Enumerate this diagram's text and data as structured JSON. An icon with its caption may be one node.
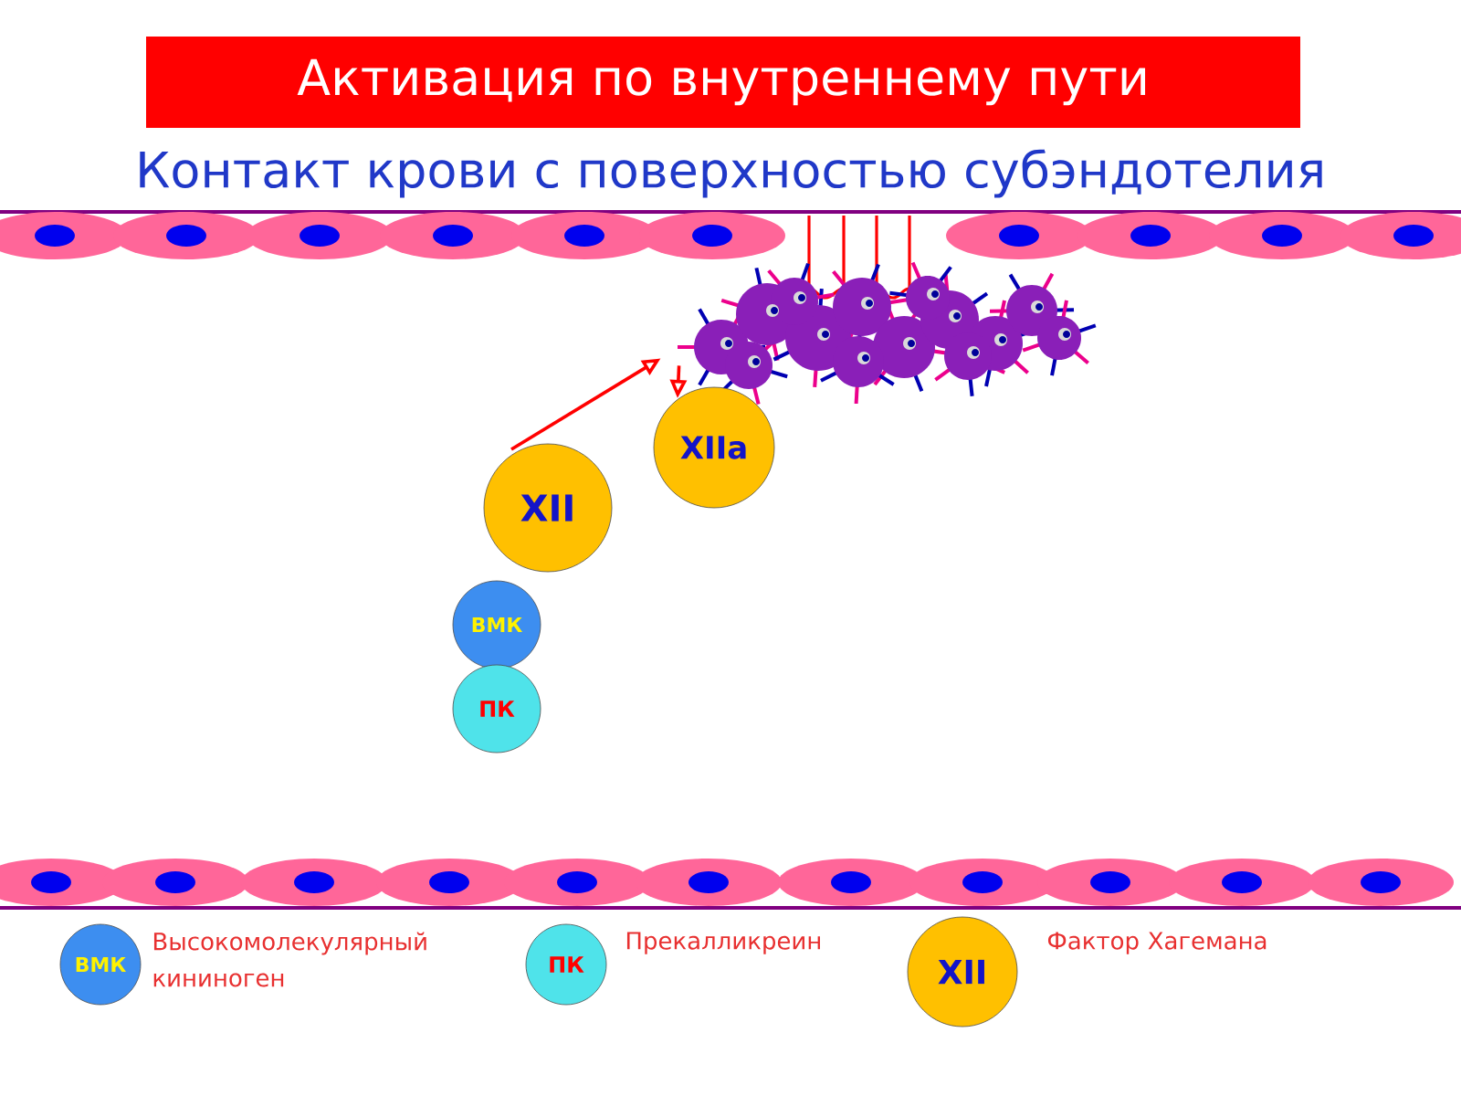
{
  "diagram": {
    "title": "Активация по внутреннему пути",
    "nodes": [
      {
        "text": [],
        "shape": "picture"
      },
      {
        "text": [
          "XII"
        ]
      },
      {
        "text": [
          "XIIa"
        ]
      },
      {
        "text": [
          "ВМК"
        ]
      },
      {
        "text": [
          "ПК"
        ]
      },
      {
        "text": [
          "ВМК"
        ],
        "beside": [
          "Высокомолекулярный кининоген"
        ]
      },
      {
        "text": [
          "ПК"
        ],
        "beside": [
          "Прекалликреин"
        ]
      },
      {
        "text": [
          "XII"
        ],
        "beside": [
          "Фактор Хагемана"
        ]
      }
    ],
    "edges": [
      {
        "from": 1,
        "to": 0,
        "arrow": "to"
      },
      {
        "from": 0,
        "to": 2,
        "arrow": "to"
      }
    ],
    "labels": [
      "Контакт крови с поверхностью субэндотелия"
    ]
  }
}
